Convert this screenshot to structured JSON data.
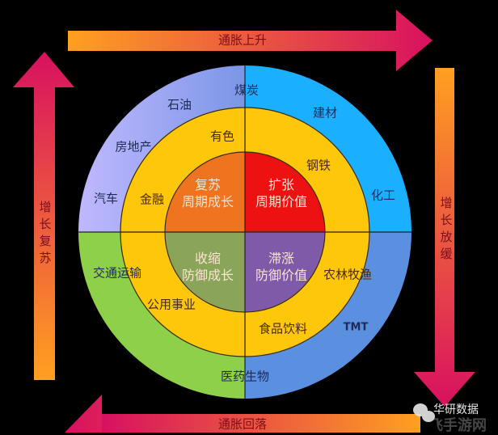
{
  "arrows": {
    "top": {
      "label": "通胀上升",
      "direction": "right"
    },
    "right": {
      "label": "增长放缓",
      "direction": "down"
    },
    "bottom": {
      "label": "通胀回落",
      "direction": "left"
    },
    "left": {
      "label": "增长复苏",
      "direction": "up"
    }
  },
  "inner_quadrants": {
    "top_left": {
      "line1": "复苏",
      "line2": "周期成长",
      "color": "#ee7420"
    },
    "top_right": {
      "line1": "扩张",
      "line2": "周期价值",
      "color": "#ee1111"
    },
    "bottom_left": {
      "line1": "收缩",
      "line2": "防御成长",
      "color": "#8aa55a"
    },
    "bottom_right": {
      "line1": "滞涨",
      "line2": "防御价值",
      "color": "#7f5aa8"
    }
  },
  "middle_ring": {
    "color": "#ffc70a",
    "sectors": [
      "有色",
      "金融",
      "钢铁",
      "农林牧渔",
      "食品饮料",
      "公用事业"
    ]
  },
  "outer_ring": {
    "colors": {
      "top_left": "#9aa6f2",
      "top_right": "#1ab0ff",
      "bottom_left": "#8fd04a",
      "bottom_right": "#5b90e0"
    },
    "sectors": [
      "煤炭",
      "石油",
      "房地产",
      "汽车",
      "建材",
      "化工",
      "交通运输",
      "TMT",
      "医药生物"
    ]
  },
  "watermark": {
    "brand": "华研数据",
    "site": "飞手游网"
  }
}
